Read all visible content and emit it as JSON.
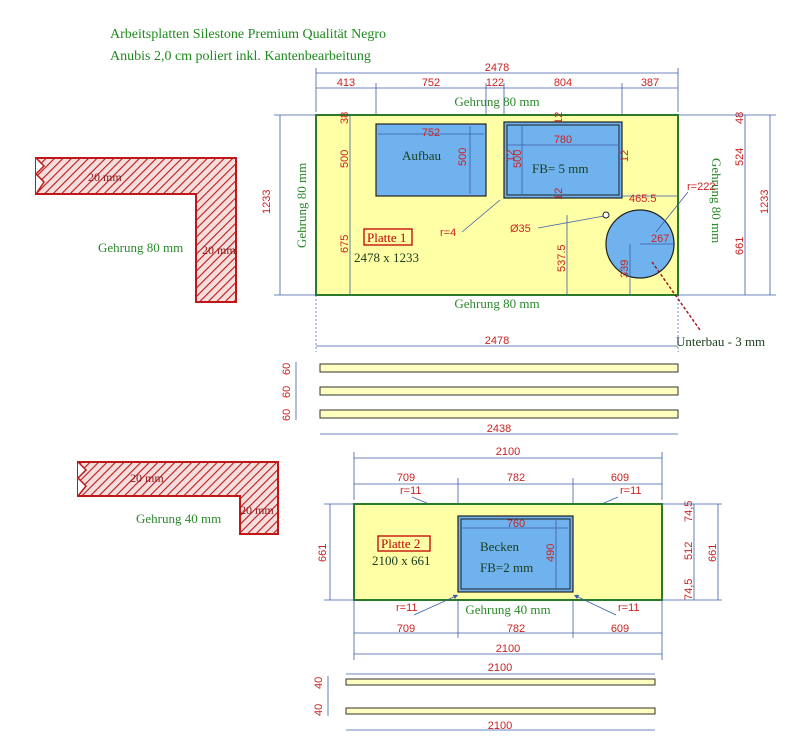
{
  "header": {
    "line1": "Arbeitsplatten Silestone Premium Qualität Negro",
    "line2": "Anubis 2,0 cm poliert inkl. Kantenbearbeitung"
  },
  "plate1": {
    "label": "Platte 1",
    "size": "2478 x 1233",
    "total_width": "2478",
    "segments": [
      "413",
      "752",
      "122",
      "804",
      "387"
    ],
    "height": "1233",
    "gehrung_top": "Gehrung 80 mm",
    "gehrung_bottom": "Gehrung 80 mm",
    "gehrung_left": "Gehrung 80 mm",
    "gehrung_right": "Gehrung 80 mm",
    "aufbau": {
      "label": "Aufbau",
      "width": "752",
      "height": "500"
    },
    "cutout2": {
      "label": "FB= 5 mm",
      "width": "780",
      "height": "500",
      "gap": "12",
      "gap2": "12",
      "gap3": "12",
      "gap4": "12"
    },
    "left_dims": [
      "38",
      "500",
      "675"
    ],
    "right_dims": [
      "48",
      "524",
      "661"
    ],
    "r_small": "r=4",
    "hole": "Ø35",
    "hole_y": "537.5",
    "sink_x": "465.5",
    "sink_r": "r=222",
    "sink_w": "267",
    "sink_h": "339",
    "unterbau": "Unterbau - 3 mm",
    "bottom_total": "2478"
  },
  "strips1": {
    "heights": [
      "60",
      "60",
      "60"
    ],
    "length": "2438"
  },
  "plate2": {
    "label": "Platte 2",
    "size": "2100 x 661",
    "total_width": "2100",
    "segments": [
      "709",
      "782",
      "609"
    ],
    "radius_labels": [
      "r=11",
      "r=11",
      "r=11",
      "r=11"
    ],
    "height": "661",
    "right_dims": [
      "74,5",
      "512",
      "74,5",
      "661"
    ],
    "becken": {
      "label": "Becken",
      "sub": "FB=2 mm",
      "width": "760",
      "height": "490"
    },
    "gehrung_bottom": "Gehrung 40 mm",
    "bottom_segments": [
      "709",
      "782",
      "609"
    ],
    "bottom_total": "2100"
  },
  "strips2": {
    "heights": [
      "40",
      "40"
    ],
    "lengths": [
      "2100",
      "2100"
    ]
  },
  "profile1": {
    "top": "20 mm",
    "side": "20 mm",
    "label": "Gehrung 80 mm"
  },
  "profile2": {
    "top": "20 mm",
    "side": "20 mm",
    "label": "Gehrung 40 mm"
  }
}
